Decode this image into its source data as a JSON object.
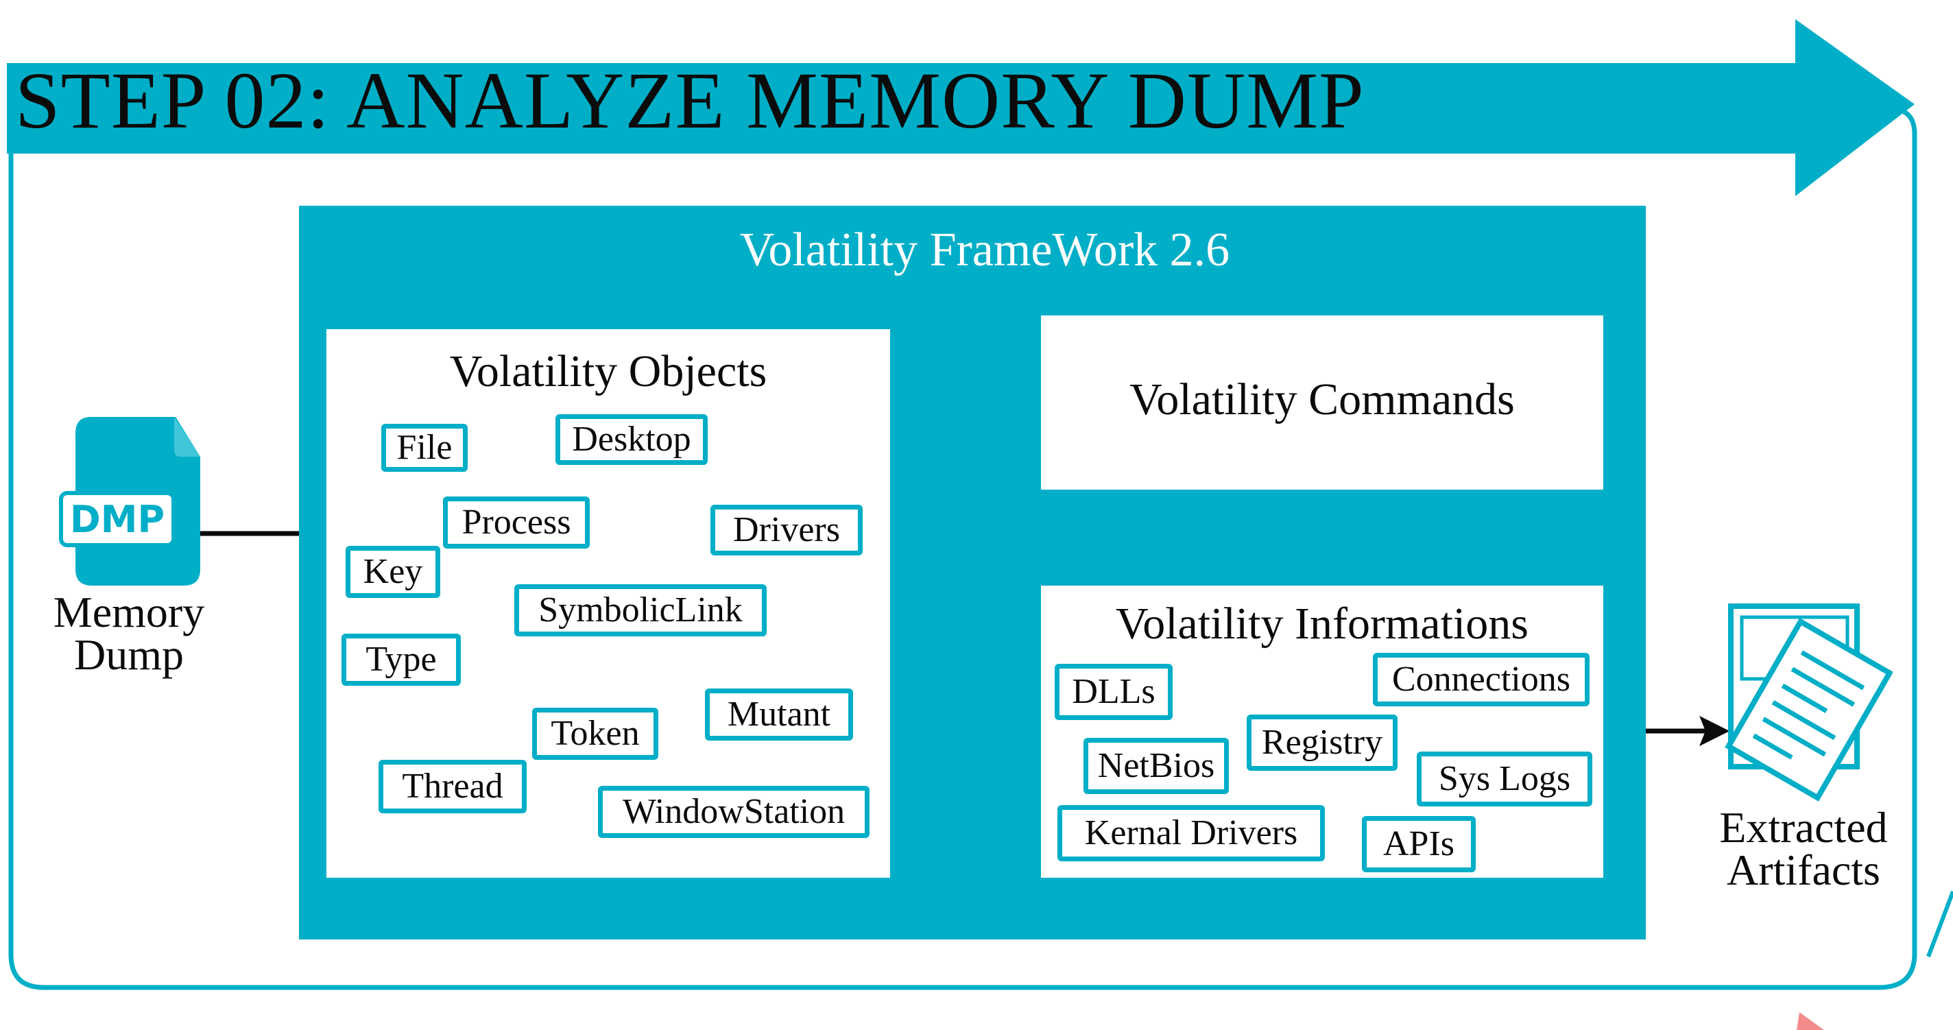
{
  "step_title": "STEP 02: ANALYZE MEMORY DUMP",
  "framework_title": "Volatility FrameWork 2.6",
  "memory_dump": {
    "icon_text": "DMP",
    "label": "Memory Dump"
  },
  "objects": {
    "title": "Volatility Objects",
    "items": [
      "File",
      "Desktop",
      "Process",
      "Drivers",
      "Key",
      "SymbolicLink",
      "Type",
      "Mutant",
      "Token",
      "Thread",
      "WindowStation"
    ]
  },
  "commands": {
    "title": "Volatility Commands"
  },
  "informations": {
    "title": "Volatility Informations",
    "items": [
      "DLLs",
      "Connections",
      "Registry",
      "NetBios",
      "Sys Logs",
      "Kernal Drivers",
      "APIs"
    ]
  },
  "output": {
    "label": "Extracted Artifacts"
  },
  "colors": {
    "accent": "#00AEC7",
    "text": "#0b0b0b",
    "background": "#ffffff",
    "corner_mark": "#F28C8C"
  }
}
